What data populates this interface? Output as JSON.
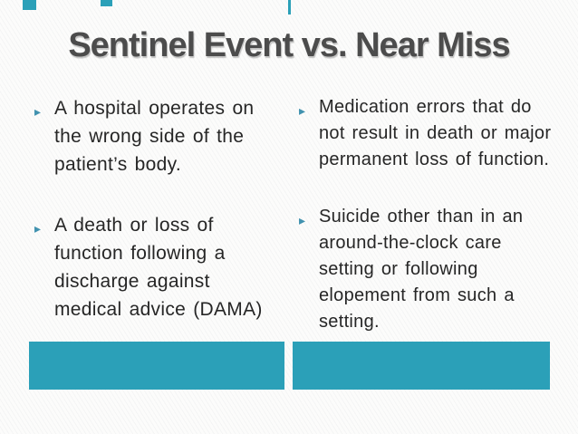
{
  "slide": {
    "title": "Sentinel Event vs. Near Miss",
    "bullet_glyph": "▸",
    "colors": {
      "accent_teal": "#2BA0B8",
      "title_gray": "#4C4C4C",
      "body_text": "#262626",
      "bullet_glyph": "#4192AF"
    },
    "columns": [
      {
        "bullets": [
          {
            "lines": [
              "A hospital operates on",
              "the wrong side of the",
              "patient’s body."
            ]
          },
          {
            "lines": [
              "A death or loss of",
              "function following a",
              "discharge against",
              "medical advice (DAMA)"
            ]
          }
        ]
      },
      {
        "bullets": [
          {
            "lines": [
              "Medication errors that do",
              "not result in death or major",
              "permanent loss of function."
            ]
          },
          {
            "lines": [
              "Suicide other than in an",
              "around-the-clock care",
              "setting or following",
              "elopement from such a",
              "setting."
            ]
          }
        ]
      }
    ]
  }
}
